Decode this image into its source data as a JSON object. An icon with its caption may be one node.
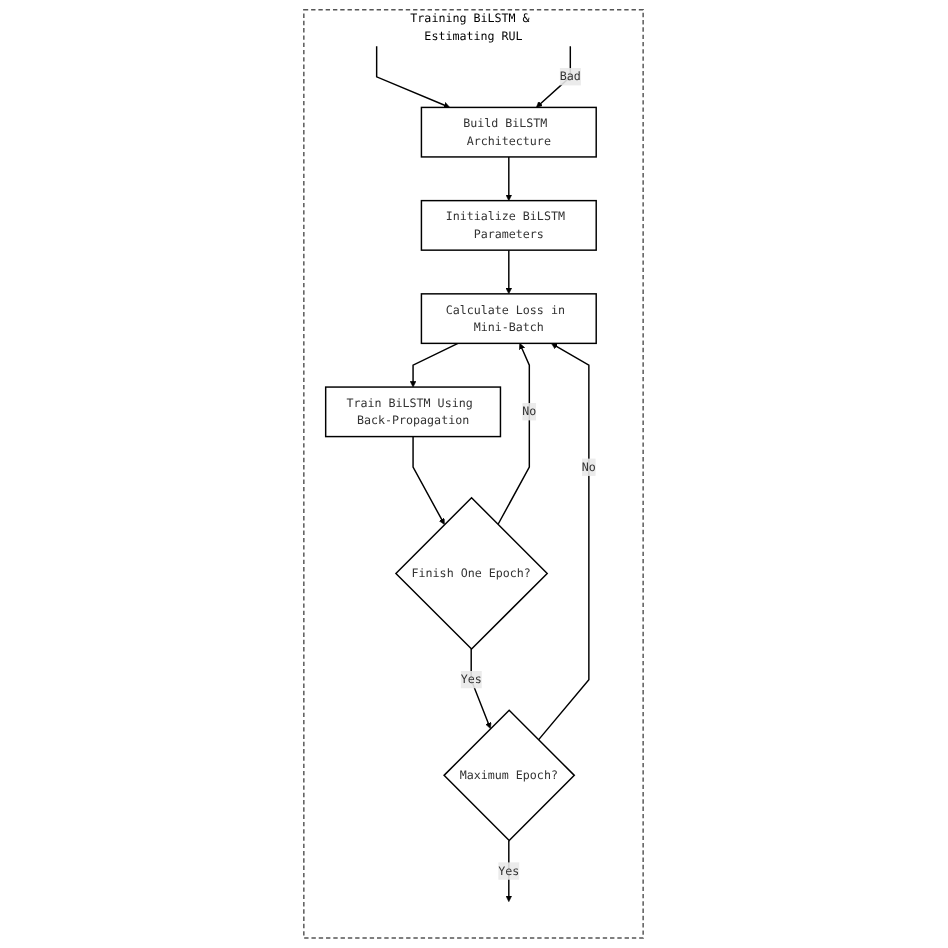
{
  "diagram": {
    "nodes": [
      {
        "text": [
          "Training BiLSTM & Estimating RUL"
        ]
      },
      {
        "text": [
          "Build BiLSTM Architecture"
        ],
        "in": 0
      },
      {
        "text": [
          "Initialize BiLSTM Parameters"
        ],
        "in": 0
      },
      {
        "text": [
          "Calculate Loss in Mini-Batch"
        ],
        "in": 0
      },
      {
        "text": [
          "Train BiLSTM Using Back-Propagation"
        ],
        "in": 0
      },
      {
        "text": [
          "Finish One Epoch?"
        ],
        "in": 0
      },
      {
        "text": [
          "Maximum Epoch?"
        ],
        "in": 0
      }
    ],
    "edges": [
      {
        "from": null,
        "to": 1,
        "arrow": "to"
      },
      {
        "from": 1,
        "to": 2,
        "arrow": "to"
      },
      {
        "from": 2,
        "to": 3,
        "arrow": "to"
      },
      {
        "from": 3,
        "to": 4,
        "arrow": "to"
      },
      {
        "from": 4,
        "to": 5,
        "arrow": "to"
      },
      {
        "from": 5,
        "to": 3,
        "arrow": "to",
        "label": "No"
      },
      {
        "from": 5,
        "to": 6,
        "arrow": "to",
        "label": "Yes"
      },
      {
        "from": 6,
        "to": 3,
        "arrow": "to",
        "label": "No"
      },
      {
        "from": 6,
        "to": null,
        "arrow": "to",
        "label": "Yes"
      },
      {
        "from": null,
        "to": 1,
        "arrow": "to",
        "label": "Bad"
      }
    ]
  }
}
